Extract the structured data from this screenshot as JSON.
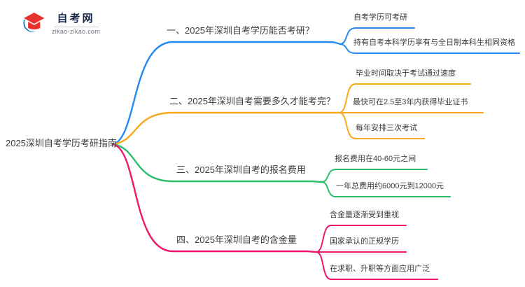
{
  "logo": {
    "title": "自考网",
    "domain": "zikao-zikao.com",
    "icon_crescent_color": "#1b75bc",
    "icon_cap_color": "#e8322e"
  },
  "root": {
    "label": "2025深圳自考学历考研指南"
  },
  "text_color": "#3d3d3d",
  "branches": [
    {
      "label": "一、2025年深圳自考学历能否考研？",
      "color": "#268af3",
      "children": [
        {
          "label": "自考学历可考研"
        },
        {
          "label": "持有自考本科学历享有与全日制本科生相同资格"
        }
      ]
    },
    {
      "label": "二、2025年深圳自考需要多久才能考完？",
      "color": "#f7a81d",
      "children": [
        {
          "label": "毕业时间取决于考试通过速度"
        },
        {
          "label": "最快可在2.5至3年内获得毕业证书"
        },
        {
          "label": "每年安排三次考试"
        }
      ]
    },
    {
      "label": "三、2025年深圳自考的报名费用",
      "color": "#2abd6a",
      "children": [
        {
          "label": "报名费用在40-60元之间"
        },
        {
          "label": "一年总费用约6000元到12000元"
        }
      ]
    },
    {
      "label": "四、2025年深圳自考的含金量",
      "color": "#f0176e",
      "children": [
        {
          "label": "含金量逐渐受到重视"
        },
        {
          "label": "国家承认的正规学历"
        },
        {
          "label": "在求职、升职等方面应用广泛"
        }
      ]
    }
  ]
}
